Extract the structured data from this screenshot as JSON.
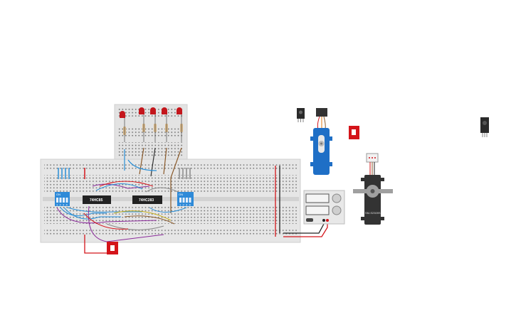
{
  "chips": [
    {
      "label": "74HC85"
    },
    {
      "label": "74HC283"
    }
  ],
  "dip_switches": [
    {
      "label": "ON",
      "numbers": [
        "1",
        "2",
        "3",
        "4"
      ]
    },
    {
      "label": "ON",
      "numbers": [
        "1",
        "2",
        "3",
        "4"
      ]
    }
  ],
  "servo_large": {
    "label": "SM-S2309S"
  },
  "colors": {
    "breadboard": "#e6e6e6",
    "wire_red": "#d4141a",
    "wire_blue": "#2a8fd6",
    "wire_purple": "#8b2c9b",
    "wire_brown": "#8a5a2b",
    "wire_yellow": "#c9b018",
    "led_red": "#c4161c",
    "dip_blue": "#2e8ad8",
    "servo_blue": "#1f6fc6"
  }
}
